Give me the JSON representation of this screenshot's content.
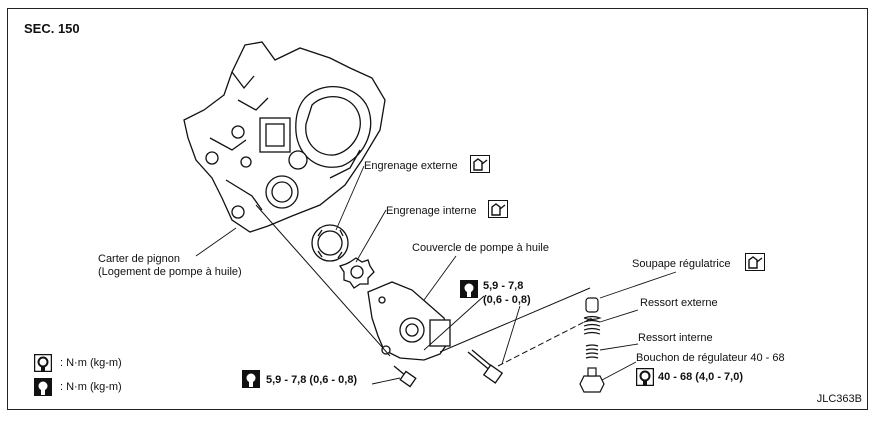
{
  "section": "SEC. 150",
  "figure_code": "JLC363B",
  "labels": {
    "housing_l1": "Carter de pignon",
    "housing_l2": "(Logement de pompe à huile)",
    "outer_gear": "Engrenage externe",
    "inner_gear": "Engrenage interne",
    "pump_cover": "Couvercle de pompe à huile",
    "reg_valve": "Soupape régulatrice",
    "outer_spring": "Ressort externe",
    "inner_spring": "Ressort interne",
    "reg_plug": "Bouchon de régulateur 40 - 68"
  },
  "torque": {
    "cover_bolt_l1": "5,9 - 7,8",
    "cover_bolt_l2": "(0,6 - 0,8)",
    "lower_bolt": "5,9 - 7,8 (0,6 - 0,8)",
    "plug": "40 - 68 (4,0 - 7,0)"
  },
  "legend": {
    "item1": ":  N·m (kg-m)",
    "item2": ":  N·m (kg-m)"
  },
  "icons": {
    "oil": "oil-can-icon",
    "torque_open": "torque-wrench-open-icon",
    "torque_filled": "torque-wrench-filled-icon"
  }
}
